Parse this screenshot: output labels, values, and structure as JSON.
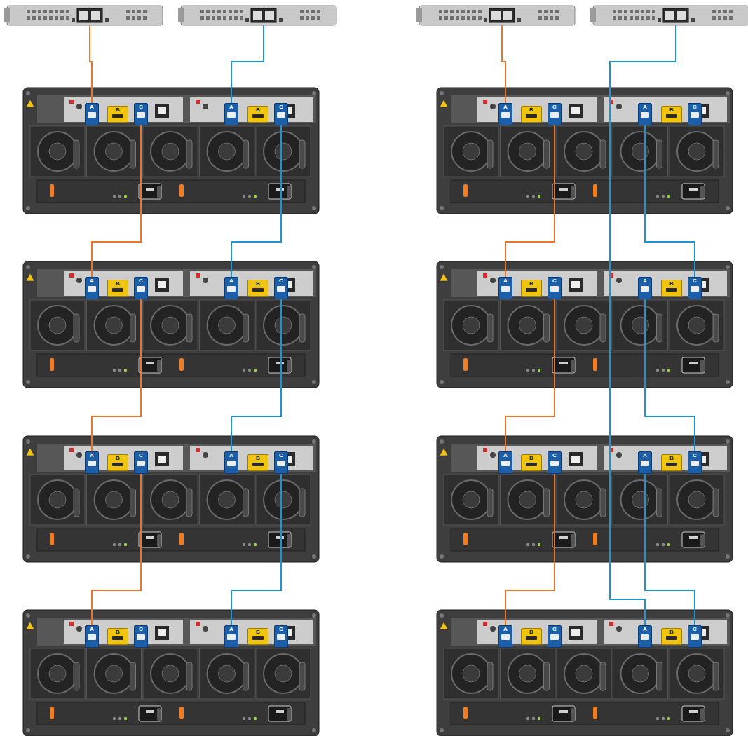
{
  "diagram": {
    "nodes": [
      {
        "text": [
          "A"
        ]
      },
      {
        "text": [
          "B"
        ]
      },
      {
        "text": [
          "C"
        ]
      },
      {
        "text": [
          "A"
        ]
      },
      {
        "text": [
          "B"
        ]
      },
      {
        "text": [
          "C"
        ]
      },
      {
        "text": [
          "A"
        ]
      },
      {
        "text": [
          "B"
        ]
      },
      {
        "text": [
          "C"
        ]
      },
      {
        "text": [
          "A"
        ]
      },
      {
        "text": [
          "B"
        ]
      },
      {
        "text": [
          "C"
        ]
      },
      {
        "text": [
          "A"
        ]
      },
      {
        "text": [
          "B"
        ]
      },
      {
        "text": [
          "C"
        ]
      },
      {
        "text": [
          "A"
        ]
      },
      {
        "text": [
          "B"
        ]
      },
      {
        "text": [
          "C"
        ]
      },
      {
        "text": [
          "A"
        ]
      },
      {
        "text": [
          "B"
        ]
      },
      {
        "text": [
          "C"
        ]
      },
      {
        "text": [
          "A"
        ]
      },
      {
        "text": [
          "B"
        ]
      },
      {
        "text": [
          "C"
        ]
      },
      {
        "text": [
          "A"
        ]
      },
      {
        "text": [
          "B"
        ]
      },
      {
        "text": [
          "C"
        ]
      },
      {
        "text": [
          "A"
        ]
      },
      {
        "text": [
          "B"
        ]
      },
      {
        "text": [
          "C"
        ]
      },
      {
        "text": [
          "A"
        ]
      },
      {
        "text": [
          "B"
        ]
      },
      {
        "text": [
          "C"
        ]
      },
      {
        "text": [
          "A"
        ]
      },
      {
        "text": [
          "B"
        ]
      },
      {
        "text": [
          "C"
        ]
      },
      {
        "text": [
          "A"
        ]
      },
      {
        "text": [
          "B"
        ]
      },
      {
        "text": [
          "C"
        ]
      },
      {
        "text": [
          "A"
        ]
      },
      {
        "text": [
          "B"
        ]
      },
      {
        "text": [
          "C"
        ]
      },
      {
        "text": [
          "A"
        ]
      },
      {
        "text": [
          "B"
        ]
      },
      {
        "text": [
          "C"
        ]
      },
      {
        "text": [
          "A"
        ]
      },
      {
        "text": [
          "B"
        ]
      },
      {
        "text": [
          "C"
        ]
      }
    ],
    "edges": [
      {
        "from": 2,
        "to": 6,
        "arrow": "none"
      },
      {
        "from": 8,
        "to": 12,
        "arrow": "none"
      },
      {
        "from": 14,
        "to": 18,
        "arrow": "none"
      },
      {
        "from": 5,
        "to": 9,
        "arrow": "none"
      },
      {
        "from": 11,
        "to": 15,
        "arrow": "none"
      },
      {
        "from": 17,
        "to": 21,
        "arrow": "none"
      },
      {
        "from": 26,
        "to": 30,
        "arrow": "none"
      },
      {
        "from": 32,
        "to": 36,
        "arrow": "none"
      },
      {
        "from": 38,
        "to": 42,
        "arrow": "none"
      },
      {
        "from": 27,
        "to": 35,
        "arrow": "none"
      },
      {
        "from": 33,
        "to": 41,
        "arrow": "none"
      },
      {
        "from": 39,
        "to": 47,
        "arrow": "none"
      }
    ]
  }
}
